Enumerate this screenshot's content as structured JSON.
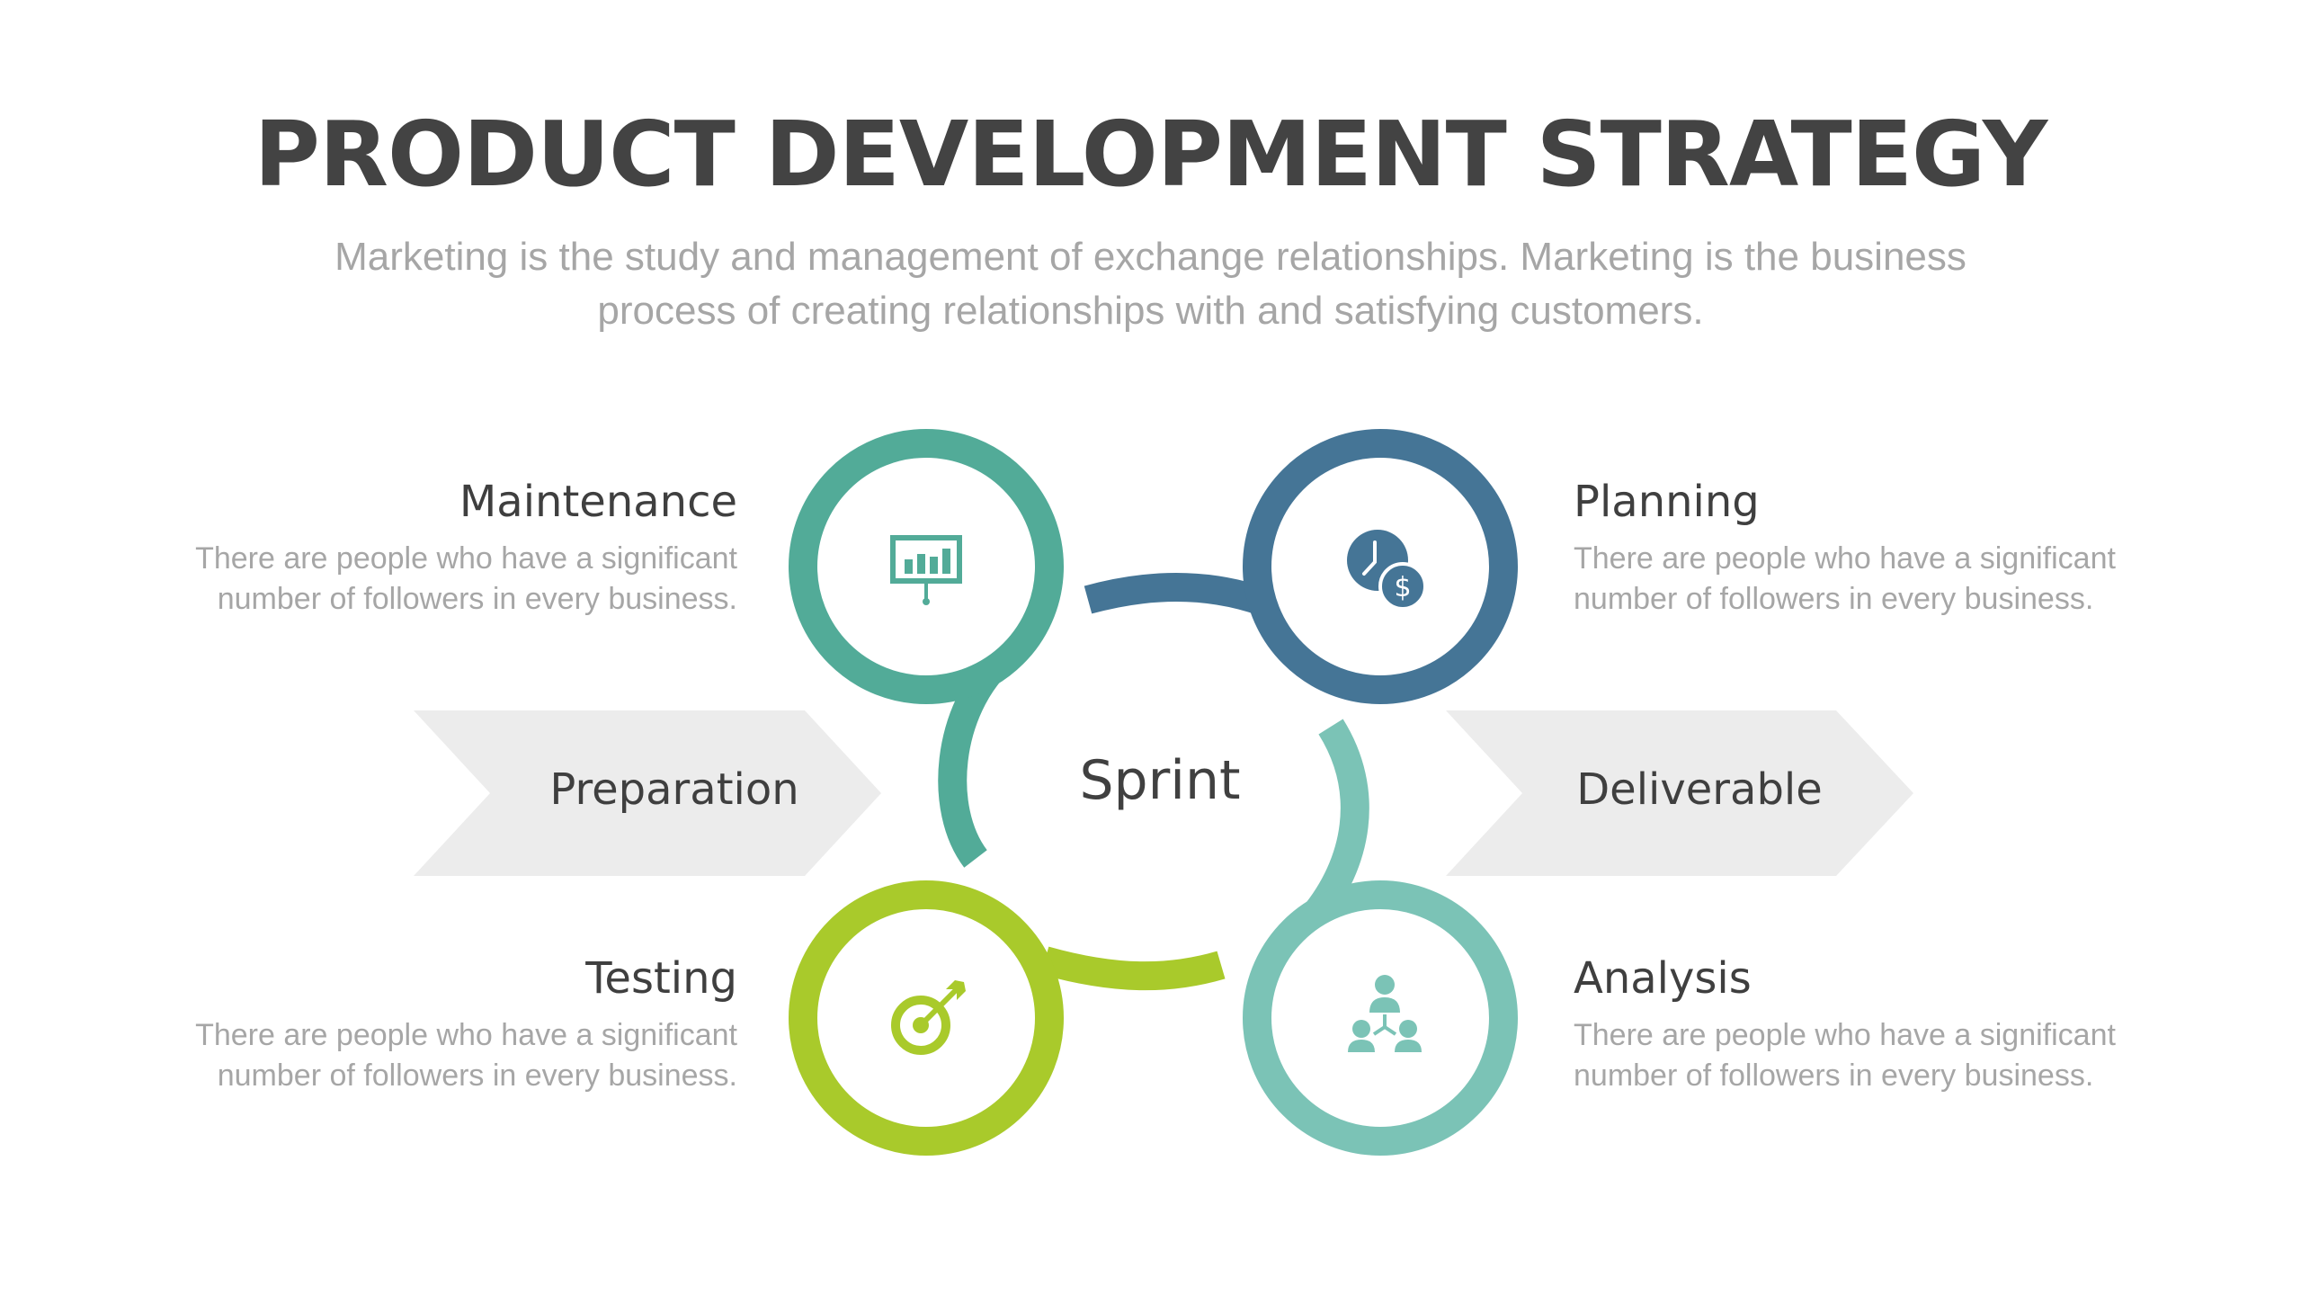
{
  "title": "PRODUCT DEVELOPMENT STRATEGY",
  "subtitle": "Marketing is the study and management of exchange relationships. Marketing is the business process of creating relationships with and satisfying customers.",
  "center": "Sprint",
  "arrows": {
    "left": "Preparation",
    "right": "Deliverable"
  },
  "stages": {
    "maintenance": {
      "title": "Maintenance",
      "desc": "There are people who have a significant number of followers in every business.",
      "icon": "presentation-chart-icon",
      "color": "#52ab98"
    },
    "planning": {
      "title": "Planning",
      "desc": "There are people who have a significant number of followers in every business.",
      "icon": "time-money-icon",
      "color": "#457596"
    },
    "testing": {
      "title": "Testing",
      "desc": "There are people who have a significant number of followers in every business.",
      "icon": "target-icon",
      "color": "#a9ca2b"
    },
    "analysis": {
      "title": "Analysis",
      "desc": "There are people who have a significant number of followers in every business.",
      "icon": "team-hierarchy-icon",
      "color": "#7bc3b6"
    }
  },
  "colors": {
    "title": "#434343",
    "muted_text": "#a6a6a6",
    "arrow_fill": "#ececec"
  }
}
